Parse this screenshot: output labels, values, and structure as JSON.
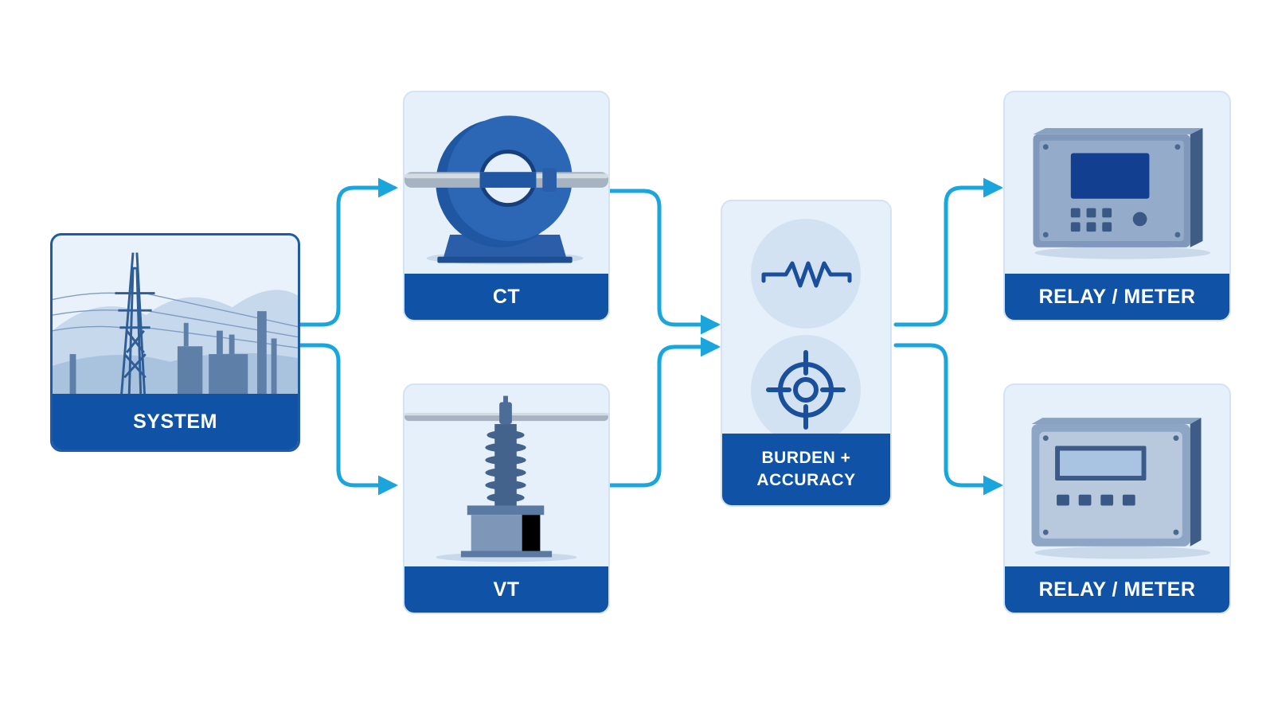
{
  "diagram": {
    "nodes": {
      "system": {
        "label": "SYSTEM",
        "icon": "transmission-tower-icon"
      },
      "ct": {
        "label": "CT",
        "icon": "current-transformer-icon"
      },
      "vt": {
        "label": "VT",
        "icon": "voltage-transformer-icon"
      },
      "burden": {
        "label_line1": "BURDEN +",
        "label_line2": "ACCURACY",
        "icons": [
          "resistor-icon",
          "target-icon"
        ]
      },
      "relay_top": {
        "label": "RELAY / METER",
        "icon": "relay-panel-icon"
      },
      "relay_bottom": {
        "label": "RELAY / METER",
        "icon": "meter-panel-icon"
      }
    },
    "edges": [
      {
        "from": "system",
        "to": "ct"
      },
      {
        "from": "system",
        "to": "vt"
      },
      {
        "from": "ct",
        "to": "burden"
      },
      {
        "from": "vt",
        "to": "burden"
      },
      {
        "from": "burden",
        "to": "relay_top"
      },
      {
        "from": "burden",
        "to": "relay_bottom"
      }
    ],
    "colors": {
      "arrow": "#1aa6dd",
      "label_band": "#0f52a6",
      "card_bg": "#e6f0fa",
      "icon_blue": "#1f5aa6"
    }
  }
}
